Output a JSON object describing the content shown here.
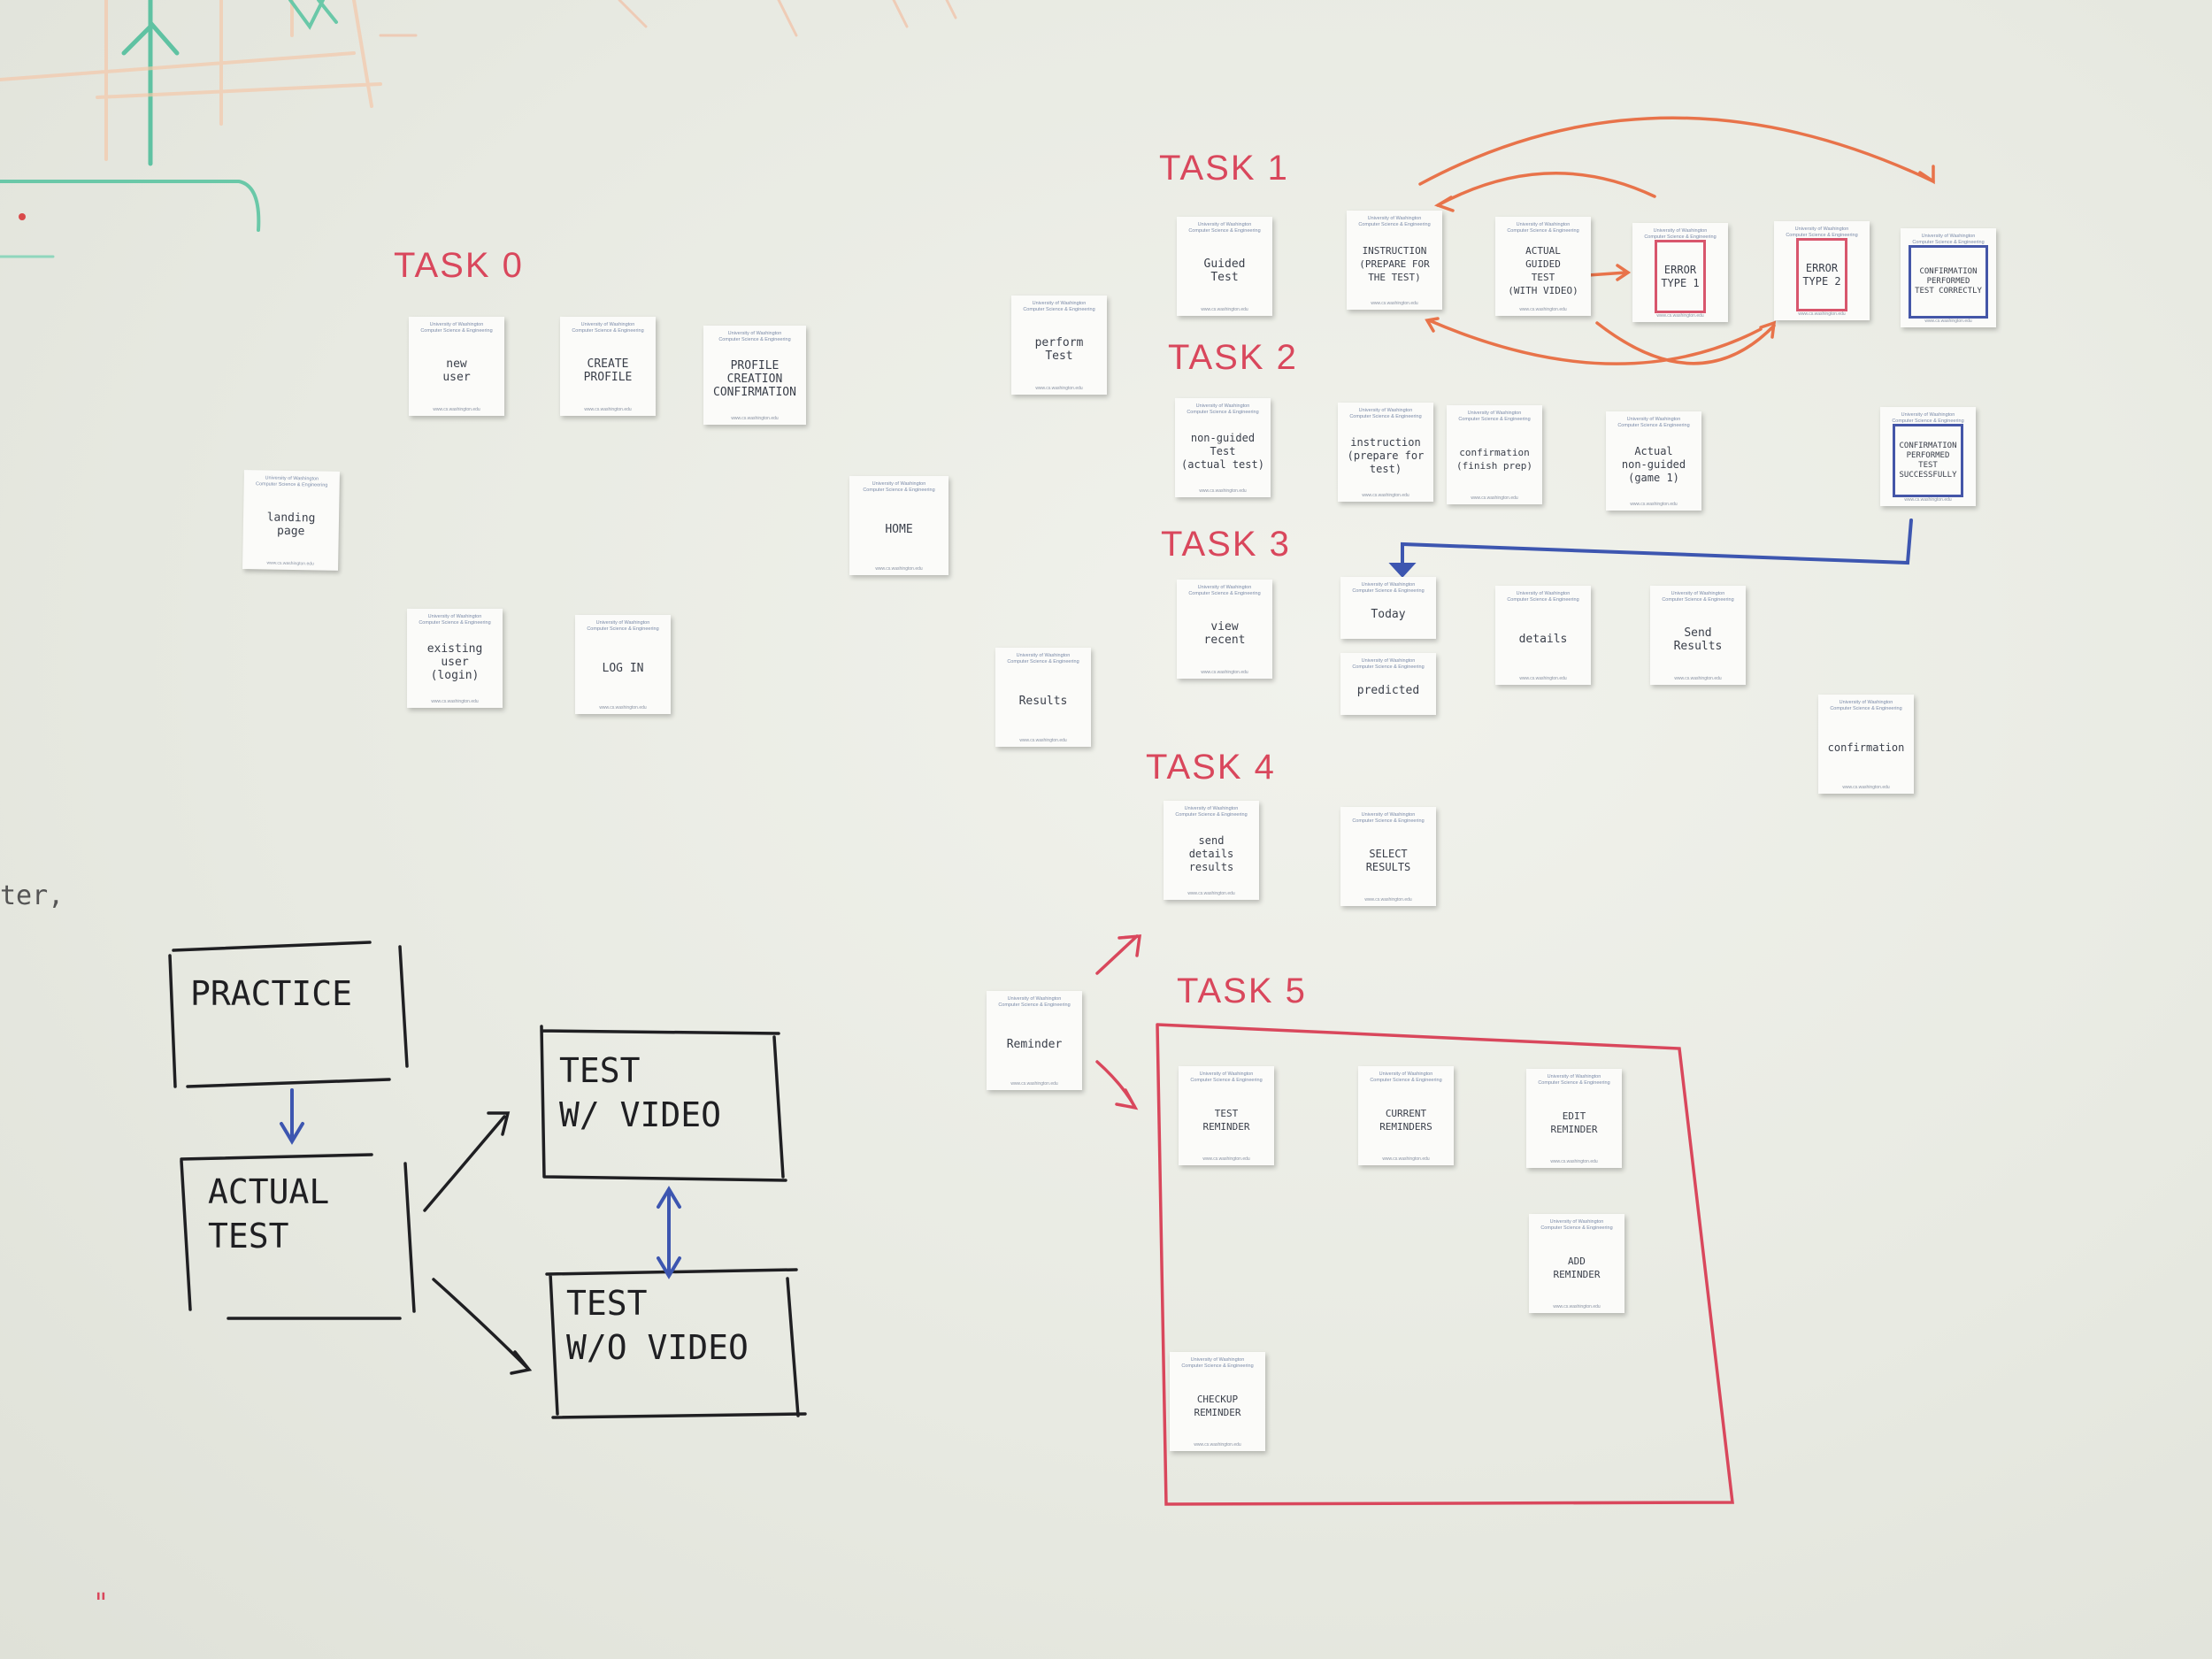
{
  "task_labels": {
    "task0": "TASK 0",
    "task1": "TASK 1",
    "task2": "TASK 2",
    "task3": "TASK 3",
    "task4": "TASK 4",
    "task5": "TASK 5"
  },
  "note_header": "University of Washington\nComputer Science & Engineering",
  "note_footer": "www.cs.washington.edu",
  "notes": {
    "landing_page": "landing\npage",
    "new_user": "new\nuser",
    "create_profile": "CREATE\nPROFILE",
    "profile_confirmation": "PROFILE\nCREATION\nCONFIRMATION",
    "existing_user": "existing\nuser\n(login)",
    "log_in": "LOG IN",
    "home": "HOME",
    "perform_test": "perform\nTest",
    "results": "Results",
    "guided_test": "Guided\nTest",
    "instruction_t1": "INSTRUCTION\n(PREPARE FOR\nTHE TEST)",
    "actual_guided_test": "ACTUAL\nGUIDED\nTEST\n(WITH VIDEO)",
    "error_type_1": "ERROR\nTYPE 1",
    "error_type_2": "ERROR\nTYPE 2",
    "confirmation_t1": "CONFIRMATION\nPERFORMED\nTEST CORRECTLY",
    "non_guided_test": "non-guided\nTest\n(actual test)",
    "instruction_t2": "instruction\n(prepare for\ntest)",
    "confirmation_finish_prep": "confirmation\n(finish prep)",
    "actual_non_guided": "Actual\nnon-guided\n(game 1)",
    "confirmation_t2": "CONFIRMATION\nPERFORMED\nTEST\nSUCCESSFULLY",
    "view_recent": "view\nrecent",
    "today": "Today",
    "predicted": "predicted",
    "details": "details",
    "send_results_t3": "Send\nResults",
    "confirmation_t3": "confirmation",
    "send_details_results": "send\ndetails\nresults",
    "select_results": "SELECT\nRESULTS",
    "reminder": "Reminder",
    "test_reminder": "TEST\nREMINDER",
    "current_reminders": "CURRENT\nREMINDERS",
    "edit_reminder": "EDIT\nREMINDER",
    "add_reminder": "ADD\nREMINDER",
    "checkup_reminder": "CHECKUP\nREMINDER"
  },
  "diagram_boxes": {
    "practice": "PRACTICE",
    "actual_test": "ACTUAL\nTEST",
    "test_with_video": "TEST\nW/ VIDEO",
    "test_without_video": "TEST\nW/O VIDEO"
  },
  "stray_marks": {
    "left_edge": "ter,",
    "bottom_left": "\""
  },
  "colors": {
    "whiteboard": "#e9ebe3",
    "red_marker": "#d9475c",
    "orange_marker": "#e8734a",
    "blue_marker": "#3d56b0",
    "black_marker": "#1f1f22",
    "green_marker": "#3fb592"
  }
}
